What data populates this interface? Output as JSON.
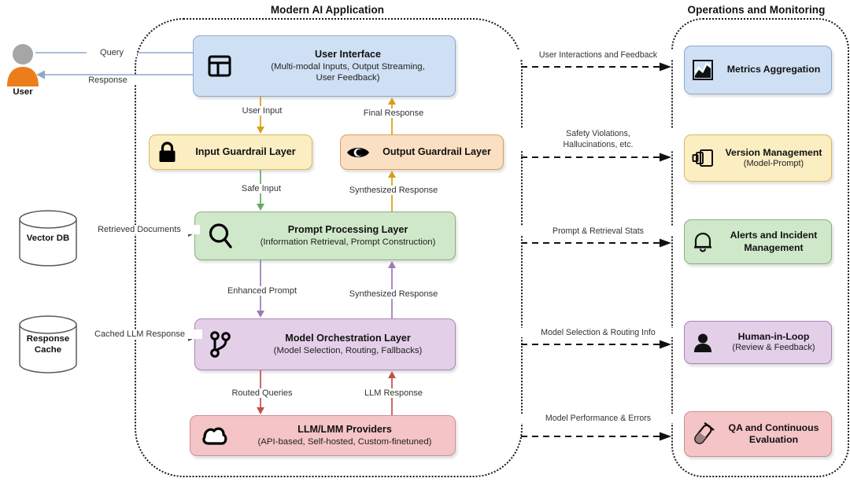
{
  "panels": {
    "left_title": "Modern AI Application",
    "right_title": "Operations and Monitoring"
  },
  "actor": {
    "label": "User",
    "icon": "user-avatar-icon"
  },
  "user_flows": [
    {
      "label": "Query",
      "direction": "to-app"
    },
    {
      "label": "Response",
      "direction": "to-user"
    }
  ],
  "datastores": [
    {
      "id": "vector-db",
      "label": "Vector DB",
      "label2": "",
      "edge": "Retrieved Documents"
    },
    {
      "id": "response-cache",
      "label": "Response",
      "label2": "Cache",
      "edge": "Cached LLM Response"
    }
  ],
  "app_nodes": [
    {
      "id": "user-interface",
      "title": "User Interface",
      "subtitle": "(Multi-modal Inputs, Output Streaming,\nUser Feedback)",
      "icon": "dashboard-layout-icon",
      "fill": "#cfe0f5",
      "stroke": "#8aa9cc"
    },
    {
      "id": "input-guardrail-layer",
      "title": "Input Guardrail Layer",
      "subtitle": "",
      "icon": "lock-icon",
      "fill": "#fbeec3",
      "stroke": "#d9b85c"
    },
    {
      "id": "output-guardrail-layer",
      "title": "Output Guardrail Layer",
      "subtitle": "",
      "icon": "eye-icon",
      "fill": "#fadfc2",
      "stroke": "#d9a15c"
    },
    {
      "id": "prompt-processing-layer",
      "title": "Prompt Processing Layer",
      "subtitle": "(Information Retrieval, Prompt Construction)",
      "icon": "magnifier-icon",
      "fill": "#cfe8c9",
      "stroke": "#88b07f"
    },
    {
      "id": "model-orchestration-layer",
      "title": "Model Orchestration Layer",
      "subtitle": "(Model Selection, Routing, Fallbacks)",
      "icon": "git-branch-icon",
      "fill": "#e3cfe8",
      "stroke": "#ab84b8"
    },
    {
      "id": "llm-lmm-providers",
      "title": "LLM/LMM Providers",
      "subtitle": "(API-based, Self-hosted, Custom-finetuned)",
      "icon": "cloud-icon",
      "fill": "#f5c4c6",
      "stroke": "#cf8f92"
    }
  ],
  "internal_edges": [
    {
      "label": "User Input",
      "color": "#d4a017"
    },
    {
      "label": "Final Response",
      "color": "#d4a017"
    },
    {
      "label": "Safe Input",
      "color": "#6aaa64"
    },
    {
      "label": "Synthesized Response",
      "color": "#d4a017"
    },
    {
      "label": "Enhanced Prompt",
      "color": "#9b7bb8"
    },
    {
      "label": "Synthesized Response",
      "color": "#9b7bb8"
    },
    {
      "label": "Routed Queries",
      "color": "#c0504d"
    },
    {
      "label": "LLM Response",
      "color": "#c0504d"
    }
  ],
  "ops_nodes": [
    {
      "id": "metrics-aggregation",
      "title": "Metrics Aggregation",
      "subtitle": "",
      "icon": "line-chart-icon",
      "fill": "#cfe0f5",
      "stroke": "#8aa9cc"
    },
    {
      "id": "version-management",
      "title": "Version Management",
      "subtitle": "(Model-Prompt)",
      "icon": "layers-stack-icon",
      "fill": "#fbeec3",
      "stroke": "#d9b85c"
    },
    {
      "id": "alerts-and-incident-management",
      "title": "Alerts and Incident",
      "subtitle": "Management",
      "icon": "bell-icon",
      "fill": "#cfe8c9",
      "stroke": "#88b07f"
    },
    {
      "id": "human-in-loop",
      "title": "Human-in-Loop",
      "subtitle": "(Review & Feedback)",
      "icon": "person-icon",
      "fill": "#e3cfe8",
      "stroke": "#ab84b8"
    },
    {
      "id": "qa-and-continuous-evaluation",
      "title": "QA and Continuous",
      "subtitle": "Evaluation",
      "icon": "test-tube-icon",
      "fill": "#f5c4c6",
      "stroke": "#cf8f92"
    }
  ],
  "monitoring_edges": [
    {
      "label": "User Interactions and Feedback"
    },
    {
      "label": "Safety Violations,\nHallucinations, etc."
    },
    {
      "label": "Prompt & Retrieval Stats"
    },
    {
      "label": "Model Selection & Routing Info"
    },
    {
      "label": "Model Performance & Errors"
    }
  ]
}
